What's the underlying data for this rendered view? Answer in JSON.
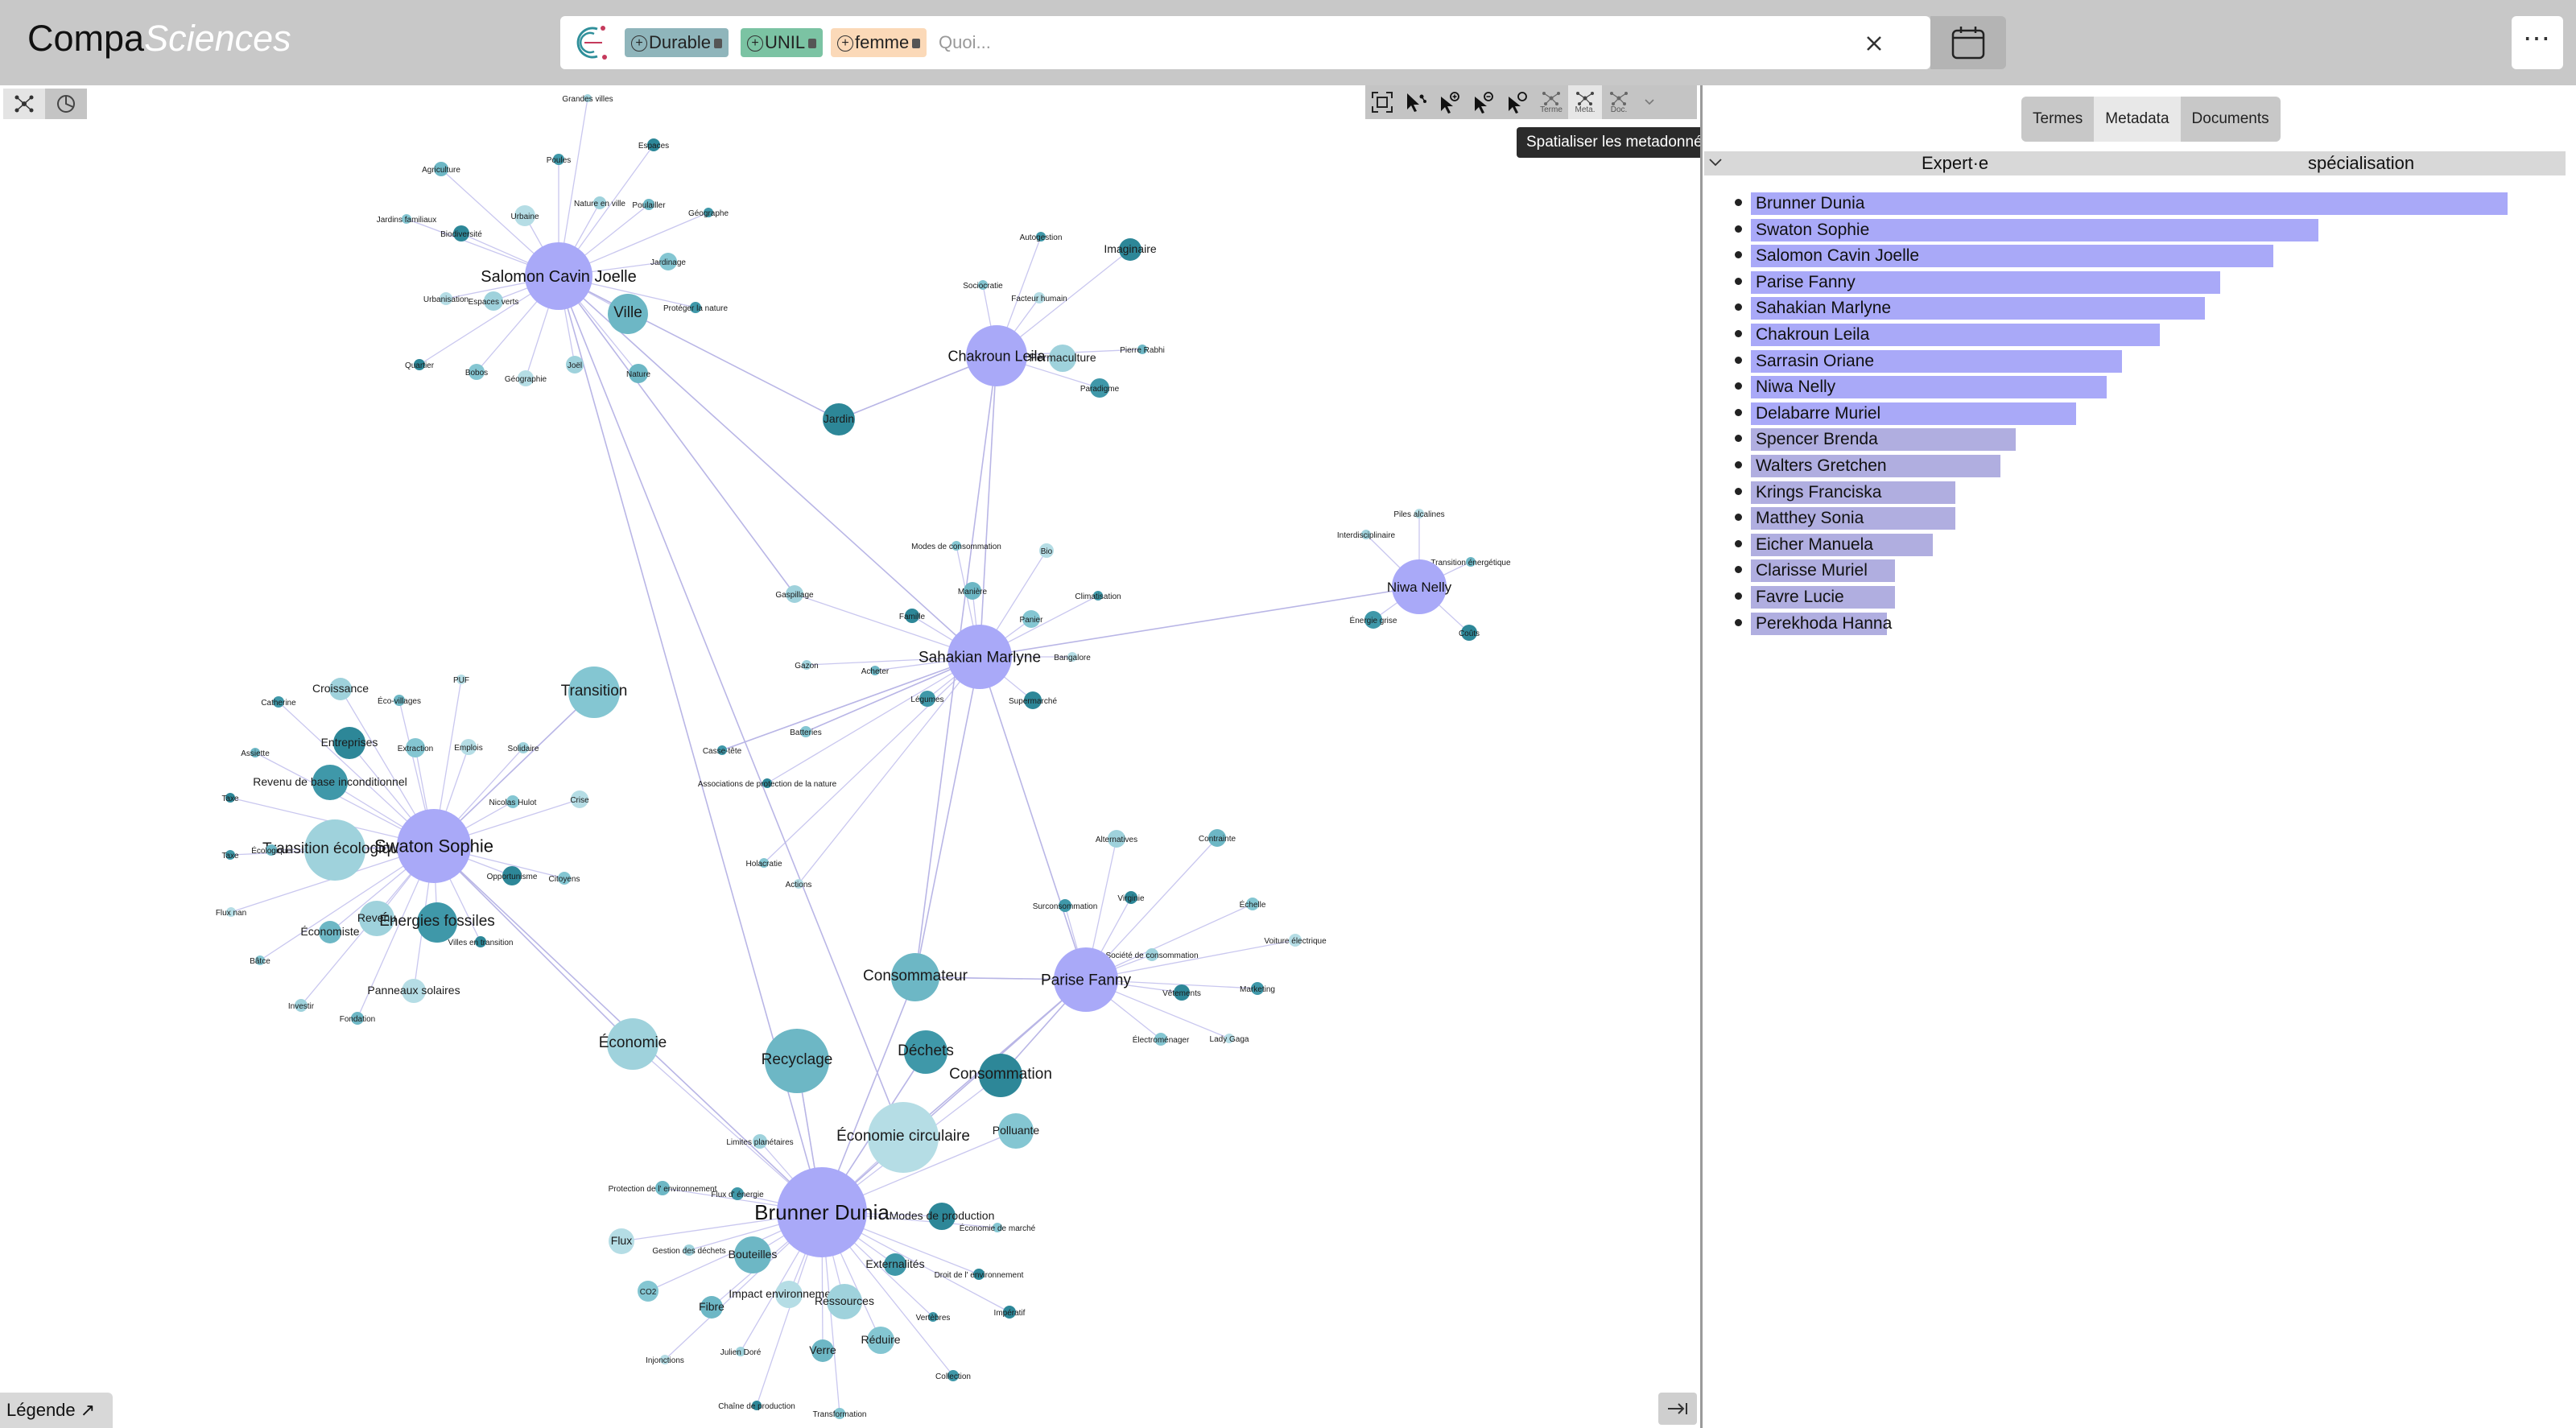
{
  "header": {
    "logo_part1": "Compa",
    "logo_part2": "Sciences",
    "search_placeholder": "Quoi...",
    "chips": [
      {
        "label": "Durable",
        "color": "#8fb5bb"
      },
      {
        "label": "UNIL",
        "color": "#7bc3a3"
      },
      {
        "label": "femme",
        "color": "#fbd9b8"
      }
    ],
    "more_label": "⋯"
  },
  "graph": {
    "toolbar": {
      "term_label": "Terme",
      "meta_label": "Meta.",
      "doc_label": "Doc."
    },
    "tooltip": "Spatialiser les metadonnées",
    "legend_label": "Légende ↗",
    "colors": {
      "expert": "#a9a9f8",
      "term": "#5ba8b8",
      "edge": "#c9c7ef"
    },
    "experts": [
      {
        "id": "brunner",
        "label": "Brunner Dunia"
      },
      {
        "id": "swaton",
        "label": "Swaton Sophie"
      },
      {
        "id": "salomon",
        "label": "Salomon Cavin Joelle"
      },
      {
        "id": "parise",
        "label": "Parise Fanny"
      },
      {
        "id": "sahakian",
        "label": "Sahakian Marlyne"
      },
      {
        "id": "chakroun",
        "label": "Chakroun Leila"
      },
      {
        "id": "niwa",
        "label": "Niwa Nelly"
      }
    ],
    "terms": [
      {
        "label": "Grandes villes",
        "expert": "salomon"
      },
      {
        "label": "Agriculture",
        "expert": "salomon"
      },
      {
        "label": "Poules",
        "expert": "salomon"
      },
      {
        "label": "Espaces",
        "expert": "salomon"
      },
      {
        "label": "Jardins familiaux",
        "expert": "salomon"
      },
      {
        "label": "Urbaine",
        "expert": "salomon"
      },
      {
        "label": "Nature en ville",
        "expert": "salomon"
      },
      {
        "label": "Poulailler",
        "expert": "salomon"
      },
      {
        "label": "Géographe",
        "expert": "salomon"
      },
      {
        "label": "Biodiversité",
        "expert": "salomon"
      },
      {
        "label": "Jardinage",
        "expert": "salomon"
      },
      {
        "label": "Urbanisation",
        "expert": "salomon"
      },
      {
        "label": "Espaces verts",
        "expert": "salomon"
      },
      {
        "label": "Ville",
        "expert": "salomon"
      },
      {
        "label": "Protéger la nature",
        "expert": "salomon"
      },
      {
        "label": "Quartier",
        "expert": "salomon"
      },
      {
        "label": "Bobos",
        "expert": "salomon"
      },
      {
        "label": "Géographie",
        "expert": "salomon"
      },
      {
        "label": "Joël",
        "expert": "salomon"
      },
      {
        "label": "Nature",
        "expert": "salomon"
      },
      {
        "label": "Autogestion",
        "expert": "chakroun"
      },
      {
        "label": "Imaginaire",
        "expert": "chakroun"
      },
      {
        "label": "Sociocratie",
        "expert": "chakroun"
      },
      {
        "label": "Facteur humain",
        "expert": "chakroun"
      },
      {
        "label": "Permaculture",
        "expert": "chakroun"
      },
      {
        "label": "Pierre Rabhi",
        "expert": "chakroun"
      },
      {
        "label": "Paradigme",
        "expert": "chakroun"
      },
      {
        "label": "Jardin",
        "expert": "chakroun"
      },
      {
        "label": "Modes de consommation",
        "expert": "sahakian"
      },
      {
        "label": "Bio",
        "expert": "sahakian"
      },
      {
        "label": "Gaspillage",
        "expert": "sahakian"
      },
      {
        "label": "Manière",
        "expert": "sahakian"
      },
      {
        "label": "Climatisation",
        "expert": "sahakian"
      },
      {
        "label": "Famille",
        "expert": "sahakian"
      },
      {
        "label": "Panier",
        "expert": "sahakian"
      },
      {
        "label": "Bangalore",
        "expert": "sahakian"
      },
      {
        "label": "Gazon",
        "expert": "sahakian"
      },
      {
        "label": "Acheter",
        "expert": "sahakian"
      },
      {
        "label": "Légumes",
        "expert": "sahakian"
      },
      {
        "label": "Supermarché",
        "expert": "sahakian"
      },
      {
        "label": "Batteries",
        "expert": "sahakian"
      },
      {
        "label": "Piles alcalines",
        "expert": "niwa"
      },
      {
        "label": "Interdisciplinaire",
        "expert": "niwa"
      },
      {
        "label": "Transition énergétique",
        "expert": "niwa"
      },
      {
        "label": "Énergie grise",
        "expert": "niwa"
      },
      {
        "label": "Coûts",
        "expert": "niwa"
      },
      {
        "label": "Transition",
        "expert": "swaton"
      },
      {
        "label": "PUF",
        "expert": "swaton"
      },
      {
        "label": "Croissance",
        "expert": "swaton"
      },
      {
        "label": "Éco-villages",
        "expert": "swaton"
      },
      {
        "label": "Catherine",
        "expert": "swaton"
      },
      {
        "label": "Entreprises",
        "expert": "swaton"
      },
      {
        "label": "Extraction",
        "expert": "swaton"
      },
      {
        "label": "Emplois",
        "expert": "swaton"
      },
      {
        "label": "Solidaire",
        "expert": "swaton"
      },
      {
        "label": "Assiette",
        "expert": "swaton"
      },
      {
        "label": "Revenu de base inconditionnel",
        "expert": "swaton"
      },
      {
        "label": "Taxe",
        "expert": "swaton"
      },
      {
        "label": "Nicolas Hulot",
        "expert": "swaton"
      },
      {
        "label": "Crise",
        "expert": "swaton"
      },
      {
        "label": "Transition écologique",
        "expert": "swaton"
      },
      {
        "label": "Écologique",
        "expert": "swaton"
      },
      {
        "label": "Taxe",
        "expert": "swaton"
      },
      {
        "label": "Opportunisme",
        "expert": "swaton"
      },
      {
        "label": "Citoyens",
        "expert": "swaton"
      },
      {
        "label": "Flux nan",
        "expert": "swaton"
      },
      {
        "label": "Revenu",
        "expert": "swaton"
      },
      {
        "label": "Économiste",
        "expert": "swaton"
      },
      {
        "label": "Énergies fossiles",
        "expert": "swaton"
      },
      {
        "label": "Villes en transition",
        "expert": "swaton"
      },
      {
        "label": "Bâtce",
        "expert": "swaton"
      },
      {
        "label": "Panneaux solaires",
        "expert": "swaton"
      },
      {
        "label": "Investir",
        "expert": "swaton"
      },
      {
        "label": "Fondation",
        "expert": "swaton"
      },
      {
        "label": "Casse-tête",
        "expert": "sahakian"
      },
      {
        "label": "Associations de protection de la nature",
        "expert": "sahakian"
      },
      {
        "label": "Holacratie",
        "expert": "sahakian"
      },
      {
        "label": "Actions",
        "expert": "sahakian"
      },
      {
        "label": "Alternatives",
        "expert": "parise"
      },
      {
        "label": "Contrainte",
        "expert": "parise"
      },
      {
        "label": "Surconsommation",
        "expert": "parise"
      },
      {
        "label": "Virginie",
        "expert": "parise"
      },
      {
        "label": "Échelle",
        "expert": "parise"
      },
      {
        "label": "Voiture électrique",
        "expert": "parise"
      },
      {
        "label": "Société de consommation",
        "expert": "parise"
      },
      {
        "label": "Consommateur",
        "expert": "parise"
      },
      {
        "label": "Marketing",
        "expert": "parise"
      },
      {
        "label": "Vêtements",
        "expert": "parise"
      },
      {
        "label": "Électroménager",
        "expert": "parise"
      },
      {
        "label": "Lady Gaga",
        "expert": "parise"
      },
      {
        "label": "Économie",
        "expert": "brunner"
      },
      {
        "label": "Recyclage",
        "expert": "brunner"
      },
      {
        "label": "Déchets",
        "expert": "brunner"
      },
      {
        "label": "Consommation",
        "expert": "brunner"
      },
      {
        "label": "Polluante",
        "expert": "brunner"
      },
      {
        "label": "Économie circulaire",
        "expert": "brunner"
      },
      {
        "label": "Limites planétaires",
        "expert": "brunner"
      },
      {
        "label": "Protection de l' environnement",
        "expert": "brunner"
      },
      {
        "label": "Flux d' énergie",
        "expert": "brunner"
      },
      {
        "label": "Modes de production",
        "expert": "brunner"
      },
      {
        "label": "Économie de marché",
        "expert": "brunner"
      },
      {
        "label": "Flux",
        "expert": "brunner"
      },
      {
        "label": "Gestion des déchets",
        "expert": "brunner"
      },
      {
        "label": "Bouteilles",
        "expert": "brunner"
      },
      {
        "label": "Externalités",
        "expert": "brunner"
      },
      {
        "label": "Droit de l' environnement",
        "expert": "brunner"
      },
      {
        "label": "CO2",
        "expert": "brunner"
      },
      {
        "label": "Impact environnemental",
        "expert": "brunner"
      },
      {
        "label": "Ressources",
        "expert": "brunner"
      },
      {
        "label": "Fibre",
        "expert": "brunner"
      },
      {
        "label": "Vertèbres",
        "expert": "brunner"
      },
      {
        "label": "Impératif",
        "expert": "brunner"
      },
      {
        "label": "Réduire",
        "expert": "brunner"
      },
      {
        "label": "Injonctions",
        "expert": "brunner"
      },
      {
        "label": "Julien Doré",
        "expert": "brunner"
      },
      {
        "label": "Verre",
        "expert": "brunner"
      },
      {
        "label": "Collection",
        "expert": "brunner"
      },
      {
        "label": "Chaîne de production",
        "expert": "brunner"
      },
      {
        "label": "Transformation",
        "expert": "brunner"
      }
    ]
  },
  "panel": {
    "tabs": [
      "Termes",
      "Metadata",
      "Documents"
    ],
    "active_tab": "Metadata",
    "col_expert": "Expert·e",
    "col_spec": "spécialisation",
    "bar_color": "#a9a9f8",
    "bar_color_muted": "#b0aee0",
    "chart_data": {
      "type": "bar",
      "orientation": "horizontal",
      "categories": [
        "Brunner Dunia",
        "Swaton Sophie",
        "Salomon Cavin Joelle",
        "Parise Fanny",
        "Sahakian Marlyne",
        "Chakroun Leila",
        "Sarrasin Oriane",
        "Niwa Nelly",
        "Delabarre Muriel",
        "Spencer Brenda",
        "Walters Gretchen",
        "Krings Franciska",
        "Matthey Sonia",
        "Eicher Manuela",
        "Clarisse Muriel",
        "Favre Lucie",
        "Perekhoda Hanna"
      ],
      "values": [
        1.0,
        0.75,
        0.69,
        0.62,
        0.6,
        0.54,
        0.49,
        0.47,
        0.43,
        0.35,
        0.33,
        0.27,
        0.27,
        0.24,
        0.19,
        0.19,
        0.18
      ],
      "title": "",
      "xlabel": "spécialisation",
      "ylabel": "Expert·e"
    }
  }
}
